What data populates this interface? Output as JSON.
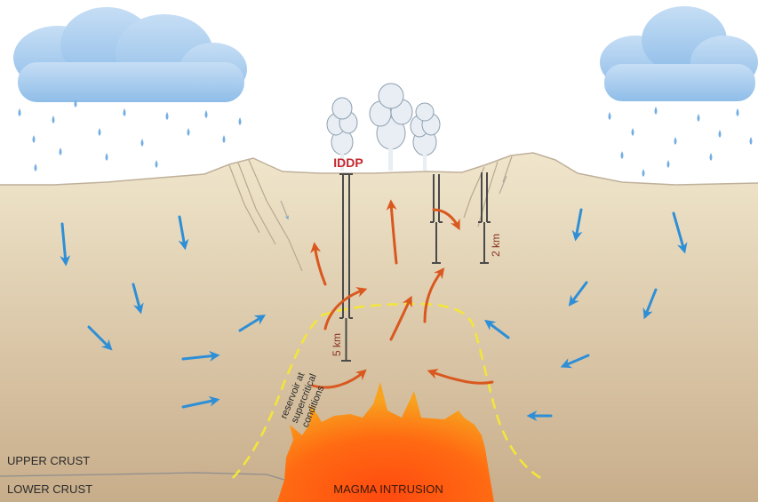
{
  "labels": {
    "iddp": "IDDP",
    "depth_5km": "5 km",
    "depth_2km": "2 km",
    "reservoir_line1": "reservoir at",
    "reservoir_line2": "supercritical",
    "reservoir_line3": "conditions",
    "upper_crust": "UPPER CRUST",
    "lower_crust": "LOWER CRUST",
    "magma": "MAGMA INTRUSION"
  },
  "colors": {
    "sky": "#ffffff",
    "ground_top": "#f0e6cc",
    "ground_bottom": "#c8ad8a",
    "surface_line": "#bfb09a",
    "cloud": "#a7cdef",
    "rain": "#74aee3",
    "cold_arrow": "#2e8fd6",
    "hot_arrow": "#d9581f",
    "reservoir_boundary": "#f2e53c",
    "well": "#4a4a4a",
    "magma_core": "#ff4a10",
    "magma_edge": "#f8a21e",
    "label_red": "#c4272d",
    "depth_label": "#8a3323",
    "text_dark": "#2b2b2b"
  },
  "icons": {
    "cloud": "cloud-icon",
    "rain": "raindrop-icon",
    "steam": "steam-plume-icon"
  }
}
